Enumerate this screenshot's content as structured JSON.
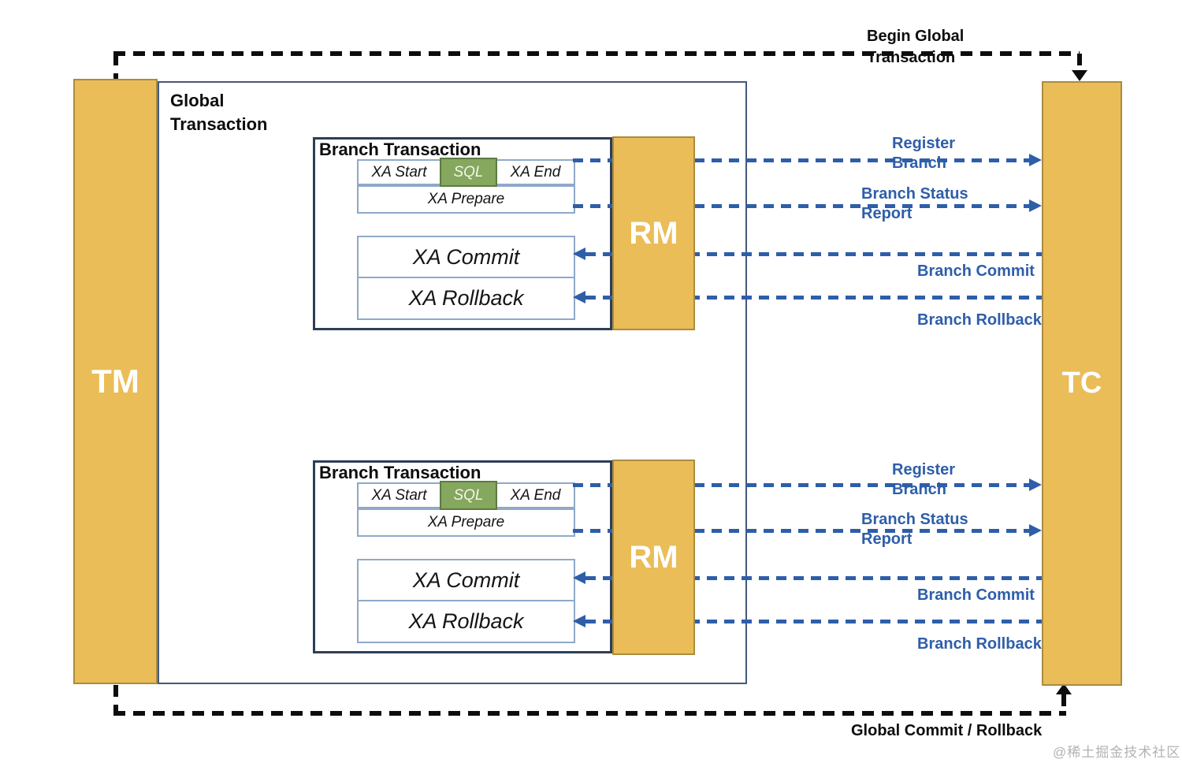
{
  "nodes": {
    "tm": "TM",
    "tc": "TC",
    "global_transaction": "Global\nTransaction"
  },
  "flows": {
    "begin_global": "Begin Global\nTransaction",
    "global_commit_rollback": "Global Commit / Rollback",
    "register_branch": "Register\nBranch",
    "branch_status_report": "Branch Status\nReport",
    "branch_commit": "Branch Commit",
    "branch_rollback": "Branch Rollback"
  },
  "branches": [
    {
      "title": "Branch Transaction",
      "rm": "RM",
      "xa_start": "XA Start",
      "sql": "SQL",
      "xa_end": "XA End",
      "xa_prepare": "XA Prepare",
      "xa_commit": "XA Commit",
      "xa_rollback": "XA Rollback"
    },
    {
      "title": "Branch Transaction",
      "rm": "RM",
      "xa_start": "XA Start",
      "sql": "SQL",
      "xa_end": "XA End",
      "xa_prepare": "XA Prepare",
      "xa_commit": "XA Commit",
      "xa_rollback": "XA Rollback"
    }
  ],
  "watermark": "@稀土掘金技术社区",
  "colors": {
    "node_fill": "#eabd58",
    "node_border": "#ab8c3e",
    "sql_fill": "#85a75e",
    "sql_border": "#5c7b40",
    "arrow_blue": "#2e5ea9",
    "arrow_black": "#0d0d0d",
    "inner_box_border": "#8fa9c9",
    "branch_box_border": "#2e3d57",
    "global_box_border": "#44587a"
  }
}
